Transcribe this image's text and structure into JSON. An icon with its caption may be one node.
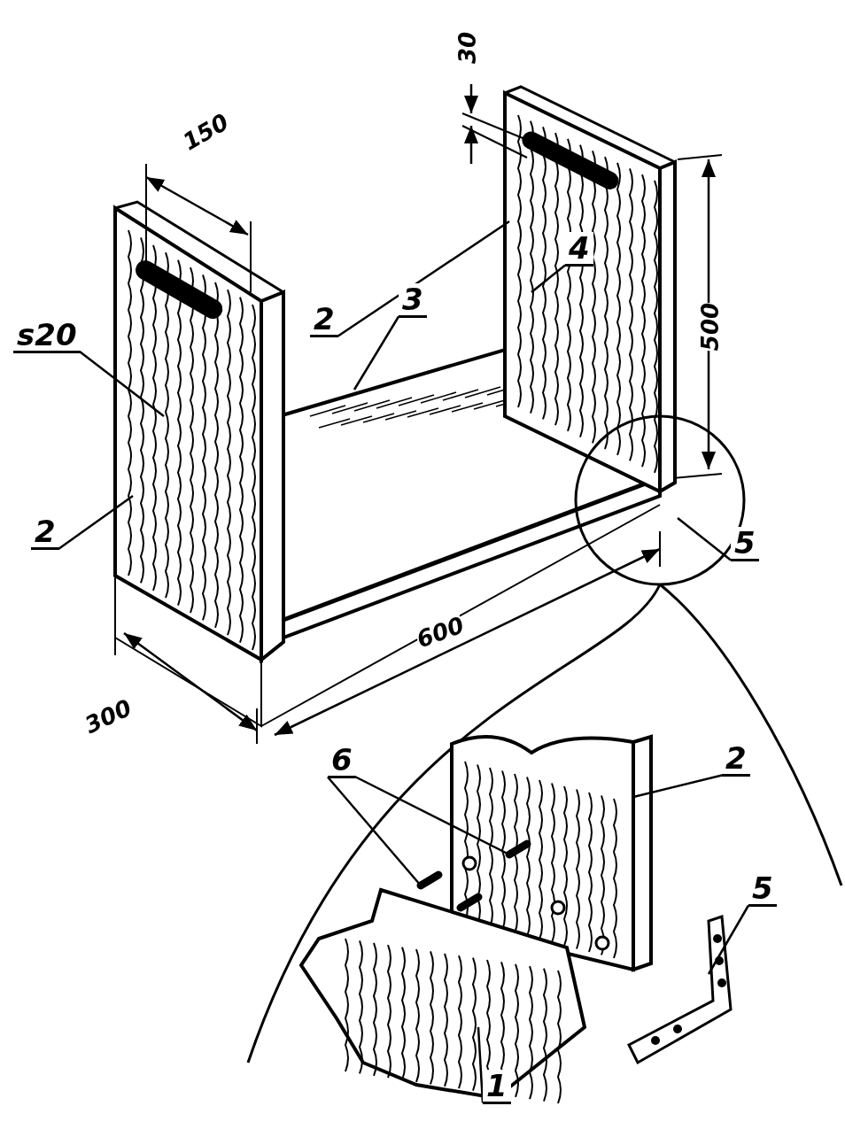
{
  "diagram": {
    "nodes": [
      {
        "text": [
          "s20"
        ]
      },
      {
        "text": [
          "2"
        ]
      },
      {
        "text": [
          "2"
        ]
      },
      {
        "text": [
          "3"
        ]
      },
      {
        "text": [
          "4"
        ]
      },
      {
        "text": [
          "5"
        ]
      },
      {
        "text": [
          "2"
        ]
      },
      {
        "text": [
          "6"
        ]
      },
      {
        "text": [
          "5"
        ]
      },
      {
        "text": [
          "1"
        ]
      }
    ],
    "edges": [
      {
        "from": 0,
        "to": null,
        "arrow": "none"
      },
      {
        "from": 1,
        "to": null,
        "arrow": "none"
      },
      {
        "from": 2,
        "to": null,
        "arrow": "none"
      },
      {
        "from": 3,
        "to": null,
        "arrow": "none"
      },
      {
        "from": 4,
        "to": null,
        "arrow": "none"
      },
      {
        "from": 5,
        "to": null,
        "arrow": "none"
      },
      {
        "from": 6,
        "to": null,
        "arrow": "none"
      },
      {
        "from": 7,
        "to": null,
        "arrow": "none"
      },
      {
        "from": 7,
        "to": null,
        "arrow": "none"
      },
      {
        "from": 8,
        "to": null,
        "arrow": "none"
      },
      {
        "from": 9,
        "to": null,
        "arrow": "none"
      }
    ],
    "labels": [
      "150",
      "30",
      "500",
      "600",
      "300"
    ]
  }
}
